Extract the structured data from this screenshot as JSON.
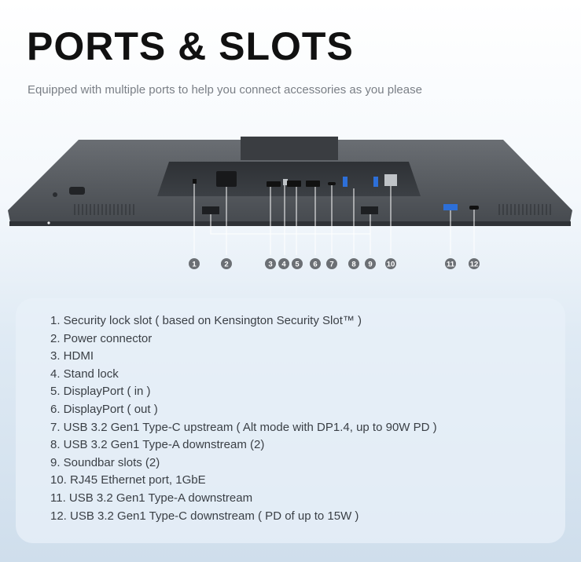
{
  "header": {
    "title": "PORTS & SLOTS",
    "subtitle": "Equipped with multiple ports to help you connect accessories as you please"
  },
  "callouts": [
    "1",
    "2",
    "3",
    "4",
    "5",
    "6",
    "7",
    "8",
    "9",
    "10",
    "11",
    "12"
  ],
  "specs": [
    "1. Security lock slot ( based on Kensington Security Slot™ )",
    "2. Power connector",
    "3. HDMI",
    "4. Stand lock",
    "5. DisplayPort ( in )",
    "6. DisplayPort ( out )",
    "7. USB 3.2 Gen1 Type-C upstream ( Alt mode with DP1.4, up to 90W PD )",
    "8. USB 3.2 Gen1 Type-A downstream (2)",
    "9. Soundbar slots (2)",
    "10. RJ45 Ethernet port, 1GbE",
    "11. USB 3.2 Gen1 Type-A downstream",
    "12. USB 3.2 Gen1 Type-C downstream ( PD of up to 15W )"
  ],
  "colors": {
    "monitor_body": "#5a5e63",
    "callout_circle": "#6b6f74",
    "usb_blue": "#2d6fd8"
  }
}
